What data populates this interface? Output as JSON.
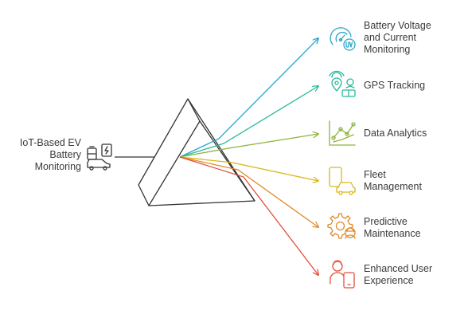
{
  "source": {
    "label": "IoT-Based EV\nBattery\nMonitoring",
    "icon": "ev-battery-charging-icon",
    "color": "#333333"
  },
  "outputs": [
    {
      "id": "battery-voltage",
      "label": "Battery Voltage\nand Current\nMonitoring",
      "icon": "gauge-voltage-icon",
      "color": "#2aa5c9"
    },
    {
      "id": "gps-tracking",
      "label": "GPS Tracking",
      "icon": "location-pin-icon",
      "color": "#2bb89a"
    },
    {
      "id": "data-analytics",
      "label": "Data Analytics",
      "icon": "line-chart-icon",
      "color": "#8db33a"
    },
    {
      "id": "fleet-management",
      "label": "Fleet\nManagement",
      "icon": "fleet-car-icon",
      "color": "#d9b817"
    },
    {
      "id": "predictive-maintenance",
      "label": "Predictive\nMaintenance",
      "icon": "gear-maintenance-icon",
      "color": "#e08a2b"
    },
    {
      "id": "enhanced-user-experience",
      "label": "Enhanced User\nExperience",
      "icon": "user-device-icon",
      "color": "#e0503b"
    }
  ]
}
